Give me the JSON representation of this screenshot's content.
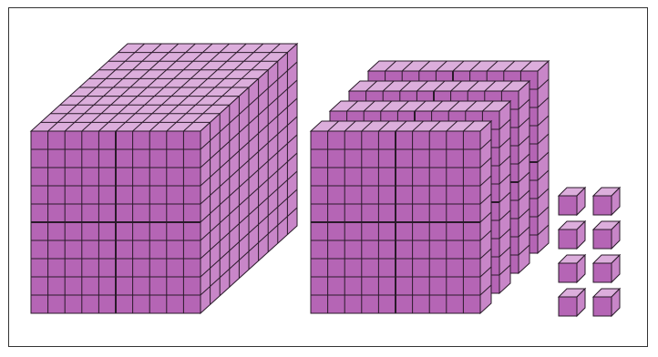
{
  "diagram": {
    "description_free": true,
    "colors": {
      "front": "#b565b5",
      "top": "#dcaedc",
      "side": "#c886c8",
      "grid_line": "#2a1a2a",
      "frame": "#333333"
    },
    "blocks": [
      {
        "kind": "thousand-cube",
        "units_per_edge": 10
      },
      {
        "kind": "hundred-flat",
        "count": 4,
        "units_per_edge": 10
      },
      {
        "kind": "unit-cube",
        "count": 8
      }
    ]
  }
}
